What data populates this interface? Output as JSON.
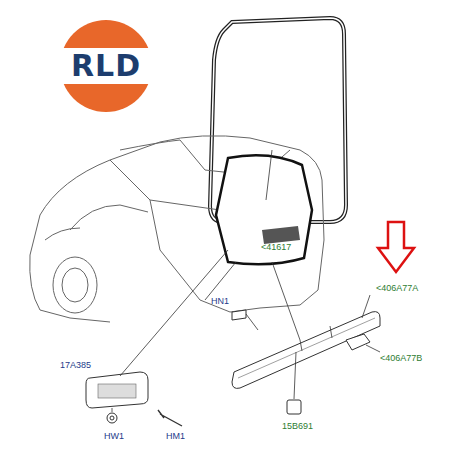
{
  "diagram": {
    "labels": [
      "RLD",
      "<41617",
      "<406A77A",
      "HN1",
      "<406A77B",
      "17A385",
      "HW1",
      "HM1",
      "15B691"
    ]
  }
}
